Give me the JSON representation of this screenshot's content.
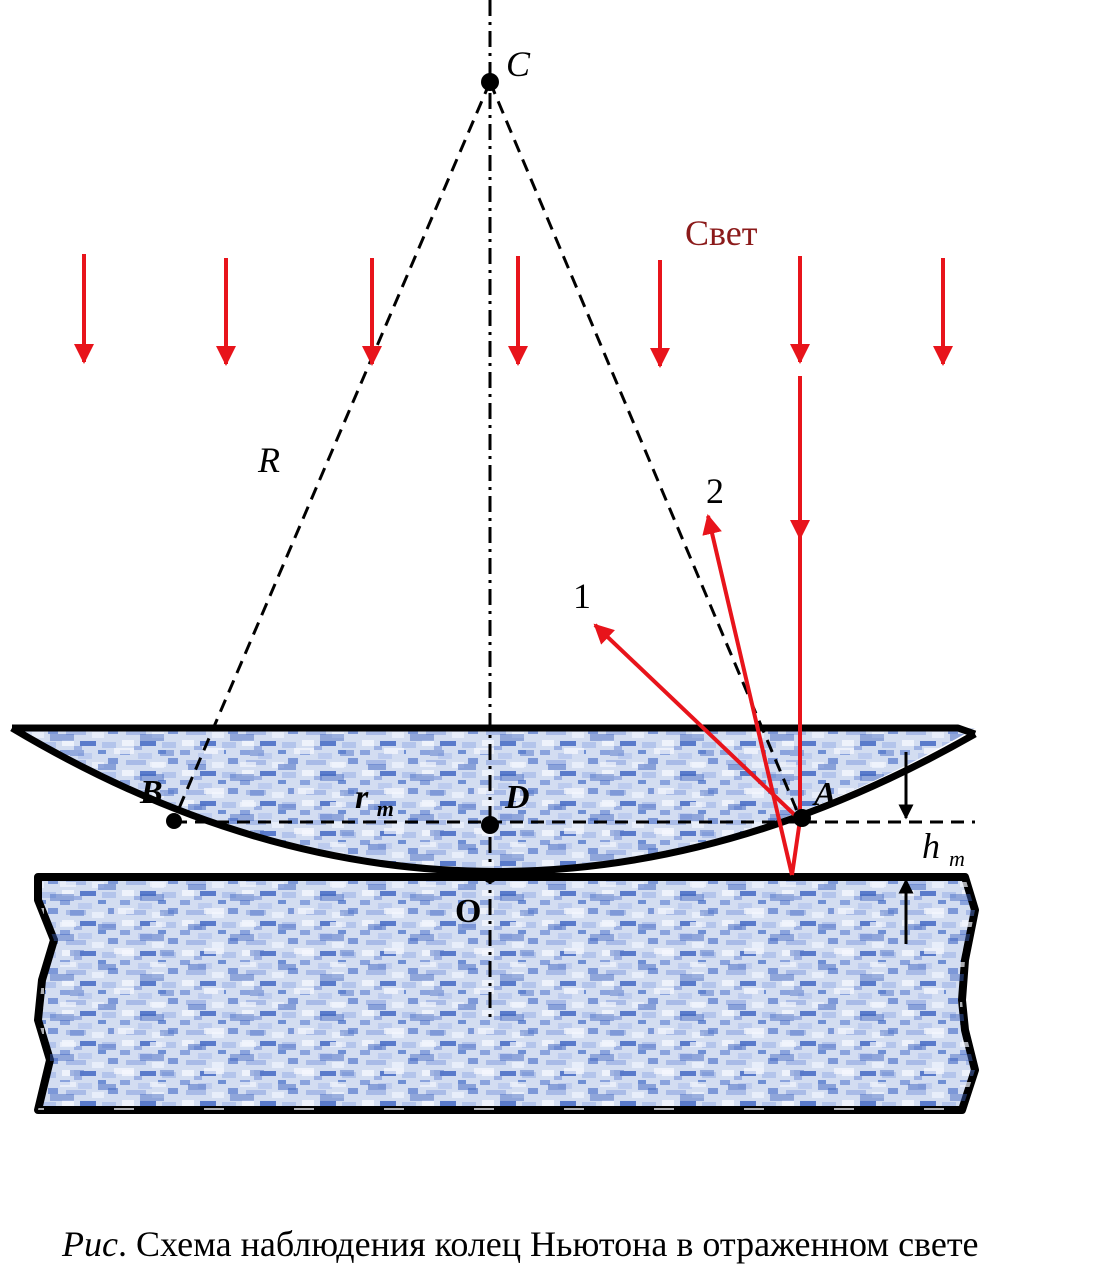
{
  "labels": {
    "center": "C",
    "light": "Свет",
    "radius": "R",
    "ray1": "1",
    "ray2": "2",
    "point_b": "B",
    "point_d": "D",
    "point_a": "A",
    "point_o": "O",
    "r_main": "r",
    "r_sub": "m",
    "h_main": "h",
    "h_sub": "m"
  },
  "caption": {
    "prefix": "Рис",
    "text": ". Схема наблюдения колец Ньютона в отраженном свете"
  },
  "colors": {
    "light_rays": "#e8141b",
    "light_label": "#8b1a1a",
    "glass_fill": "#6f8fd4",
    "outline": "#000000"
  },
  "incident_arrow_count": 7
}
